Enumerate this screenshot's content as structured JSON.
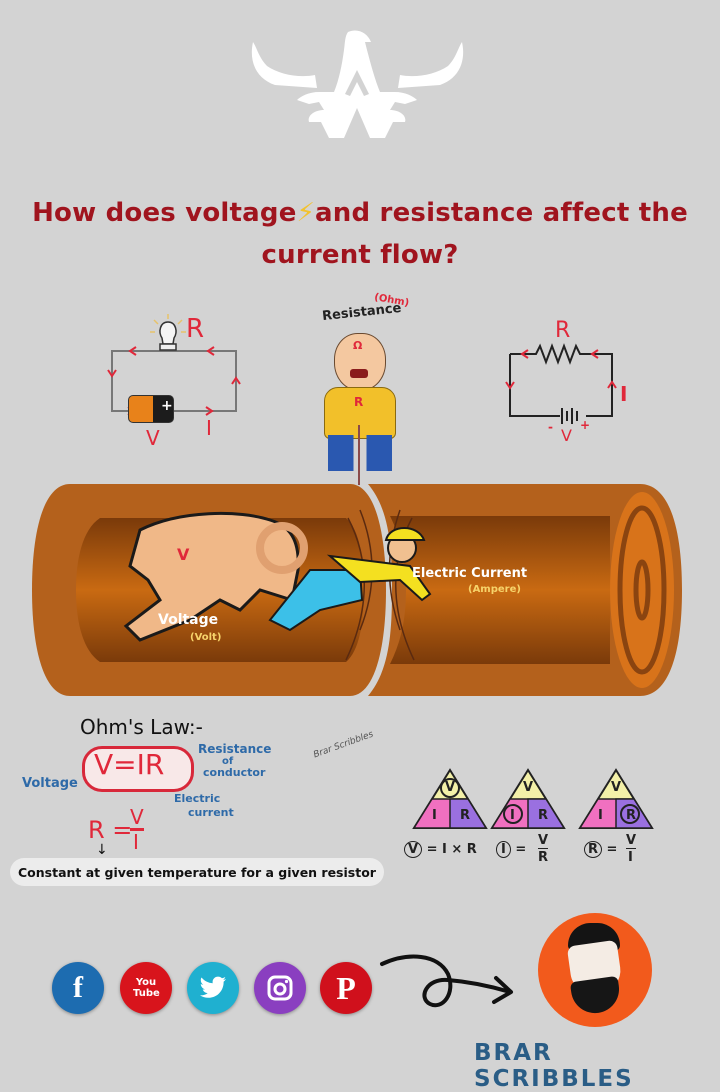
{
  "header": {
    "logo": "eagle-w-logo",
    "title_part1": "How does voltage",
    "title_bolt": "⚡",
    "title_part2": "and resistance affect the",
    "title_line2": "current flow?"
  },
  "circuit_bulb": {
    "resistor_label": "R",
    "voltage_label": "V",
    "current_label": "I",
    "battery_sign": "+"
  },
  "circuit_schematic": {
    "resistor_label": "R",
    "voltage_label": "V",
    "current_label": "I",
    "minus": "-",
    "plus": "+"
  },
  "resistance_character": {
    "label": "Resistance",
    "unit": "(Ohm)",
    "head_symbol": "Ω",
    "shirt_letter": "R"
  },
  "pipe_scene": {
    "voltage_label": "Voltage",
    "voltage_unit": "(Volt)",
    "ram_letter": "V",
    "current_label": "Electric Current",
    "current_unit": "(Ampere)"
  },
  "ohms_law": {
    "heading": "Ohm's Law:-",
    "formula": "V=IR",
    "voltage_note": "Voltage",
    "resistance_note_1": "Resistance",
    "resistance_note_2": "of",
    "resistance_note_3": "conductor",
    "current_note_1": "Electric",
    "current_note_2": "current",
    "r_formula_lhs": "R =",
    "r_num": "V",
    "r_den": "I",
    "constant_note": "Constant at given temperature for a given resistor"
  },
  "signature": "Brar Scribbles",
  "triangles": [
    {
      "top": "V",
      "left": "I",
      "right": "R",
      "circled": "V",
      "caption_lhs": "V",
      "caption_rhs": "= I × R"
    },
    {
      "top": "V",
      "left": "I",
      "right": "R",
      "circled": "I",
      "caption_lhs": "I",
      "caption_num": "V",
      "caption_den": "R"
    },
    {
      "top": "V",
      "left": "I",
      "right": "R",
      "circled": "R",
      "caption_lhs": "R",
      "caption_num": "V",
      "caption_den": "I"
    }
  ],
  "social": [
    {
      "name": "facebook",
      "glyph": "f",
      "color": "#1d6cb0"
    },
    {
      "name": "youtube",
      "glyph": "You Tube",
      "color": "#d8141c"
    },
    {
      "name": "twitter",
      "glyph": "🐦",
      "color": "#1fb0d0"
    },
    {
      "name": "instagram",
      "glyph": "◙",
      "color": "#8a3fc0"
    },
    {
      "name": "pinterest",
      "glyph": "P",
      "color": "#d0101c"
    }
  ],
  "brand": {
    "name": "BRAR SCRIBBLES",
    "avatar_bg": "#f25a1c"
  },
  "colors": {
    "background": "#d3d3d3",
    "title": "#a0141e",
    "pipe": "#b4611c",
    "pipe_inner": "#8a4410",
    "accent_red": "#e0283a",
    "note_blue": "#2e6aa8"
  }
}
